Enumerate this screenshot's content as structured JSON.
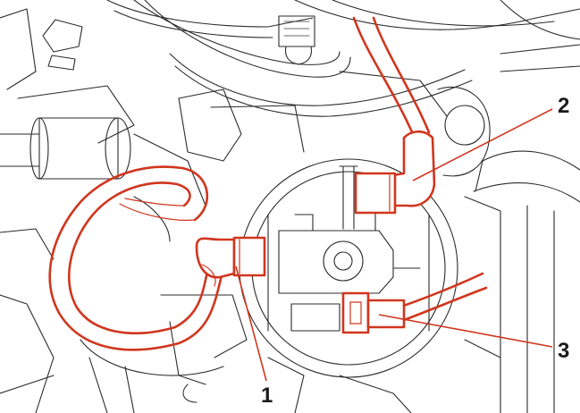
{
  "callouts": [
    {
      "label": "1"
    },
    {
      "label": "2"
    },
    {
      "label": "3"
    }
  ],
  "colors": {
    "highlight": "#d0361e",
    "linework": "#2b2b2b",
    "background": "#ffffff"
  }
}
